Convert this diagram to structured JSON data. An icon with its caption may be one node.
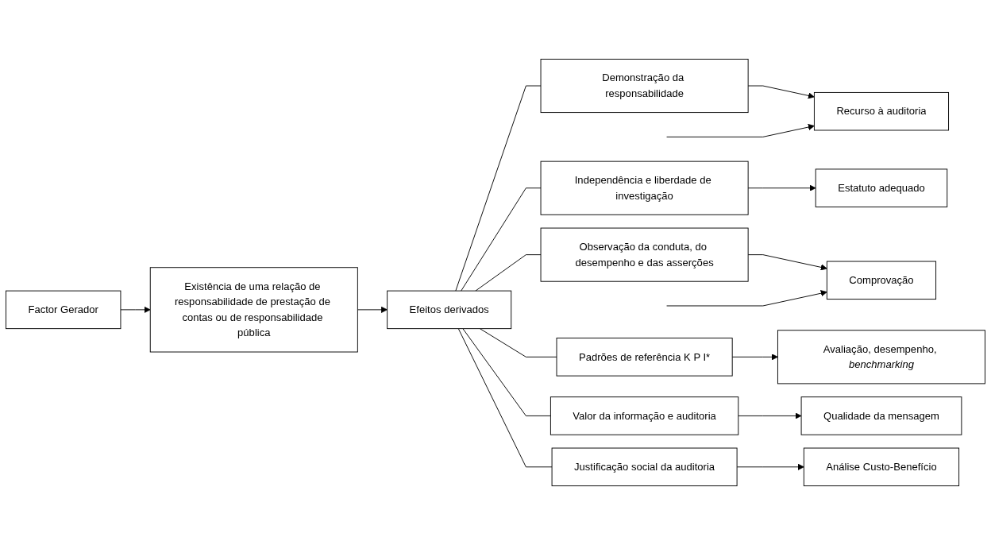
{
  "diagram": {
    "nodes": [
      {
        "text": [
          "Factor Gerador"
        ]
      },
      {
        "text": [
          "Existência de uma relação de responsabilidade de prestação de contas ou de responsabilidade pública"
        ]
      },
      {
        "text": [
          "Efeitos derivados"
        ]
      },
      {
        "text": [
          "Demonstração da responsabilidade"
        ]
      },
      {
        "text": [
          "Recurso à auditoria"
        ]
      },
      {
        "text": [
          "Independência e liberdade de investigação"
        ]
      },
      {
        "text": [
          "Estatuto adequado"
        ]
      },
      {
        "text": [
          "Observação da conduta, do desempenho e das asserções"
        ]
      },
      {
        "text": [
          "Comprovação"
        ]
      },
      {
        "text": [
          "Padrões de referência K P I*"
        ]
      },
      {
        "text": [
          "Avaliação, desempenho, *benchmarking*"
        ]
      },
      {
        "text": [
          "Valor da informação e auditoria"
        ]
      },
      {
        "text": [
          "Qualidade da mensagem"
        ]
      },
      {
        "text": [
          "Justificação social da auditoria"
        ]
      },
      {
        "text": [
          "Análise Custo-Benefício"
        ]
      }
    ],
    "edges": [
      {
        "from": 0,
        "to": 1,
        "arrow": "to"
      },
      {
        "from": 1,
        "to": 2,
        "arrow": "to"
      },
      {
        "from": 2,
        "to": 3,
        "arrow": "none"
      },
      {
        "from": 2,
        "to": 5,
        "arrow": "none"
      },
      {
        "from": 2,
        "to": 7,
        "arrow": "none"
      },
      {
        "from": 2,
        "to": 9,
        "arrow": "none"
      },
      {
        "from": 2,
        "to": 11,
        "arrow": "none"
      },
      {
        "from": 2,
        "to": 13,
        "arrow": "none"
      },
      {
        "from": 3,
        "to": 4,
        "arrow": "to"
      },
      {
        "from": 5,
        "to": 6,
        "arrow": "to"
      },
      {
        "from": 7,
        "to": 8,
        "arrow": "to"
      },
      {
        "from": 9,
        "to": 10,
        "arrow": "to"
      },
      {
        "from": 11,
        "to": 12,
        "arrow": "to"
      },
      {
        "from": 13,
        "to": 14,
        "arrow": "to"
      },
      {
        "from": null,
        "to": 4,
        "arrow": "to"
      },
      {
        "from": null,
        "to": 8,
        "arrow": "to"
      }
    ]
  }
}
